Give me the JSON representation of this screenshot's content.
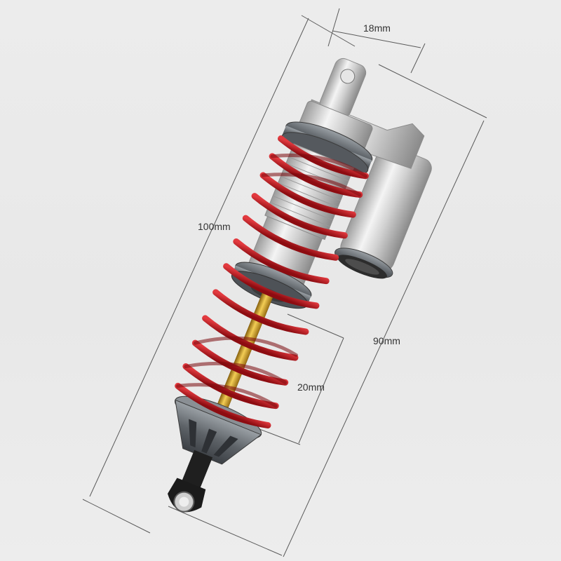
{
  "dimensions": {
    "width_label": "18mm",
    "total_length_label": "100mm",
    "body_length_label": "90mm",
    "stroke_label": "20mm"
  },
  "colors": {
    "background": "#ebebeb",
    "spring": "#c0141b",
    "body": "#d4d4d4",
    "rod": "#d8a422",
    "collar": "#6f7479",
    "rod_end": "#1b1b1b",
    "dimension_line": "#555555"
  }
}
